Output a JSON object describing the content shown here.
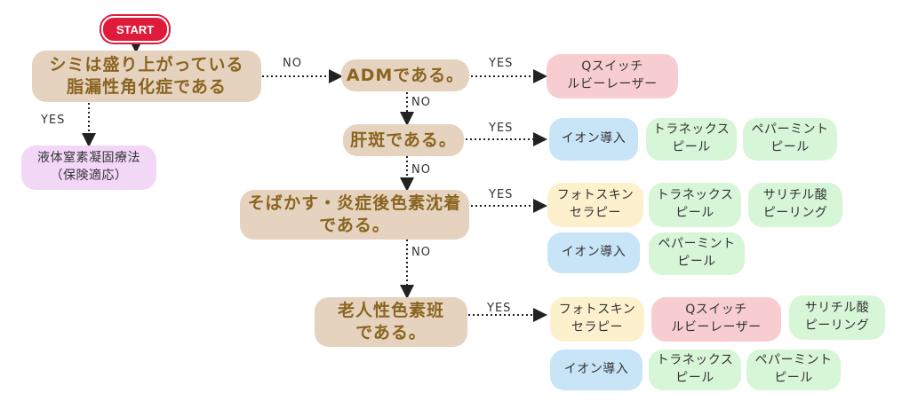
{
  "start": "START",
  "q1": "シミは盛り上がっている\n脂漏性角化症である",
  "q2": "ADMである。",
  "q3": "肝斑である。",
  "q4": "そばかす・炎症後色素沈着\nである。",
  "q5": "老人性色素班\nである。",
  "yes1_result": "液体窒素凝固療法\n（保険適応）",
  "labels": {
    "yes": "YES",
    "no": "NO"
  },
  "adm_results": [
    "Qスイッチ\nルビーレーザー"
  ],
  "kanpan_results": [
    "イオン導入",
    "トラネックス\nピール",
    "ペパーミント\nピール"
  ],
  "sobakasu_results": [
    "フォトスキン\nセラピー",
    "トラネックス\nピール",
    "サリチル酸\nピーリング",
    "イオン導入",
    "ペパーミント\nピール"
  ],
  "roujin_results": [
    "フォトスキン\nセラピー",
    "Qスイッチ\nルビーレーザー",
    "サリチル酸\nピーリング",
    "イオン導入",
    "トラネックス\nピール",
    "ペパーミント\nピール"
  ],
  "colors": {
    "start": "#e01a3a",
    "question_bg": "#e6d3bf",
    "question_text": "#8a6520"
  }
}
